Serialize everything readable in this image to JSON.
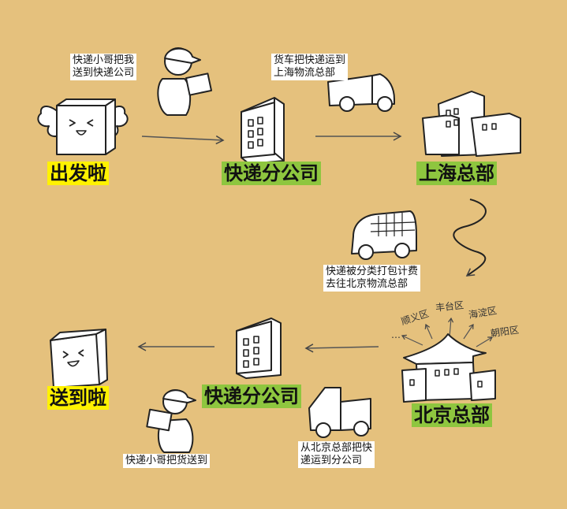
{
  "colors": {
    "background": "#e5c17d",
    "label_start_end": "#fff200",
    "label_station": "#8ec63f",
    "ink": "#222222"
  },
  "nodes": [
    {
      "id": "start",
      "label": "出发啦",
      "icon": "winged-box-icon"
    },
    {
      "id": "branch_a",
      "label": "快递分公司",
      "icon": "office-building-icon"
    },
    {
      "id": "shanghai_hq",
      "label": "上海总部",
      "icon": "warehouse-buildings-icon"
    },
    {
      "id": "beijing_hq",
      "label": "北京总部",
      "icon": "palace-buildings-icon"
    },
    {
      "id": "branch_b",
      "label": "快递分公司",
      "icon": "office-building-icon"
    },
    {
      "id": "end",
      "label": "送到啦",
      "icon": "smiling-box-icon"
    }
  ],
  "notes": {
    "courier_pickup": [
      "快递小哥把我",
      "送到快递公司"
    ],
    "truck_to_shanghai": [
      "货车把快递运到",
      "上海物流总部"
    ],
    "sorting": [
      "快递被分类打包计费",
      "去往北京物流总部"
    ],
    "beijing_to_branch": [
      "从北京总部把快",
      "递运到分公司"
    ],
    "courier_delivery": [
      "快递小哥把货送到"
    ]
  },
  "districts": [
    "…",
    "顺义区",
    "丰台区",
    "海淀区",
    "朝阳区"
  ]
}
